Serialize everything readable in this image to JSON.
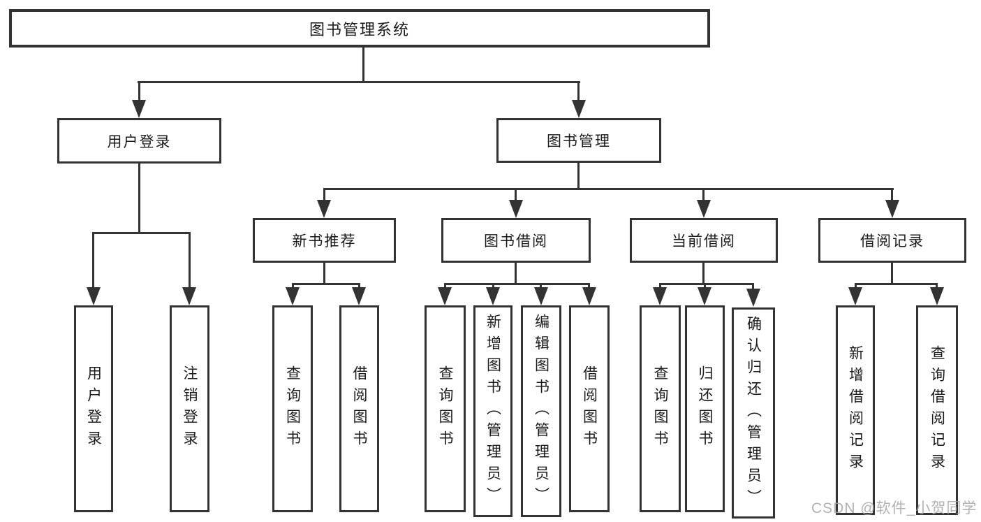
{
  "diagram": {
    "root": {
      "label": "图书管理系统"
    },
    "branches": [
      {
        "label": "用户登录",
        "children": [
          {
            "label": "用户登录"
          },
          {
            "label": "注销登录"
          }
        ]
      },
      {
        "label": "图书管理",
        "groups": [
          {
            "label": "新书推荐",
            "children": [
              {
                "label": "查询图书"
              },
              {
                "label": "借阅图书"
              }
            ]
          },
          {
            "label": "图书借阅",
            "children": [
              {
                "label": "查询图书"
              },
              {
                "label": "新增图书（管理员）"
              },
              {
                "label": "编辑图书（管理员）"
              },
              {
                "label": "借阅图书"
              }
            ]
          },
          {
            "label": "当前借阅",
            "children": [
              {
                "label": "查询图书"
              },
              {
                "label": "归还图书"
              },
              {
                "label": "确认归还（管理员）"
              }
            ]
          },
          {
            "label": "借阅记录",
            "children": [
              {
                "label": "新增借阅记录"
              },
              {
                "label": "查询借阅记录"
              }
            ]
          }
        ]
      }
    ]
  },
  "watermark": {
    "text": "CSDN @软件_小贺同学"
  },
  "colors": {
    "line": "#333333",
    "text": "#1a1a1a",
    "watermark": "#a5a5a5",
    "background": "#ffffff"
  }
}
